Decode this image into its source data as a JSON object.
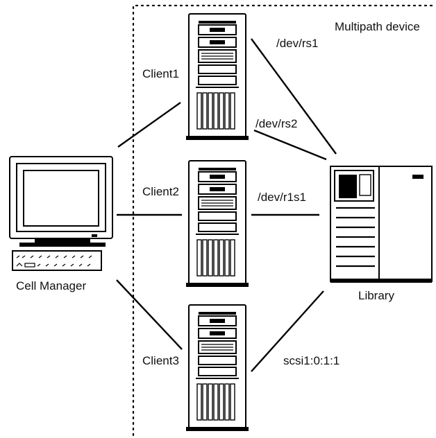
{
  "region": {
    "label": "Multipath device"
  },
  "nodes": {
    "cell_manager": {
      "label": "Cell Manager",
      "icon": "workstation-icon"
    },
    "client1": {
      "label": "Client1",
      "icon": "tower-server-icon"
    },
    "client2": {
      "label": "Client2",
      "icon": "tower-server-icon"
    },
    "client3": {
      "label": "Client3",
      "icon": "tower-server-icon"
    },
    "library": {
      "label": "Library",
      "icon": "tape-library-icon"
    }
  },
  "paths": {
    "client1_rs1": "/dev/rs1",
    "client1_rs2": "/dev/rs2",
    "client2_r1s1": "/dev/r1s1",
    "client3_scsi": "scsi1:0:1:1"
  },
  "colors": {
    "line": "#000000",
    "background": "#ffffff"
  }
}
